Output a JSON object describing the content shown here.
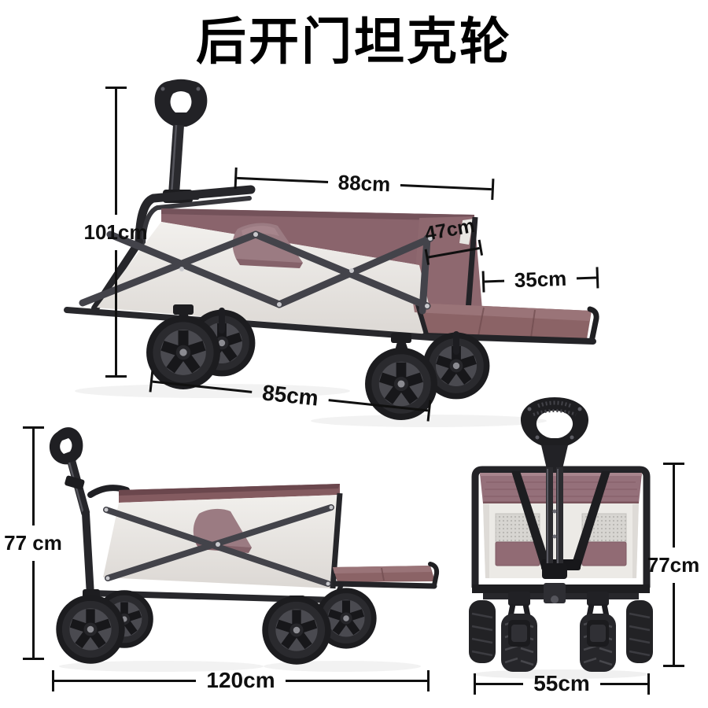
{
  "title": "后开门坦克轮",
  "colors": {
    "background": "#ffffff",
    "annotation_line": "#101010",
    "fabric_light": "#eeece8",
    "fabric_mauve": "#97737c",
    "fabric_mauve_dark": "#7c575e",
    "frame_black": "#232327",
    "wheel_black": "#26262a"
  },
  "views": {
    "open_side": {
      "dimensions": {
        "top_length": "88cm",
        "height": "101cm",
        "rear_panel": "47cm",
        "door_extension": "35cm",
        "base_length": "85cm"
      }
    },
    "extended_side": {
      "dimensions": {
        "height": "77 cm",
        "total_length": "120cm"
      }
    },
    "rear": {
      "dimensions": {
        "height": "77cm",
        "width": "55cm"
      }
    }
  }
}
